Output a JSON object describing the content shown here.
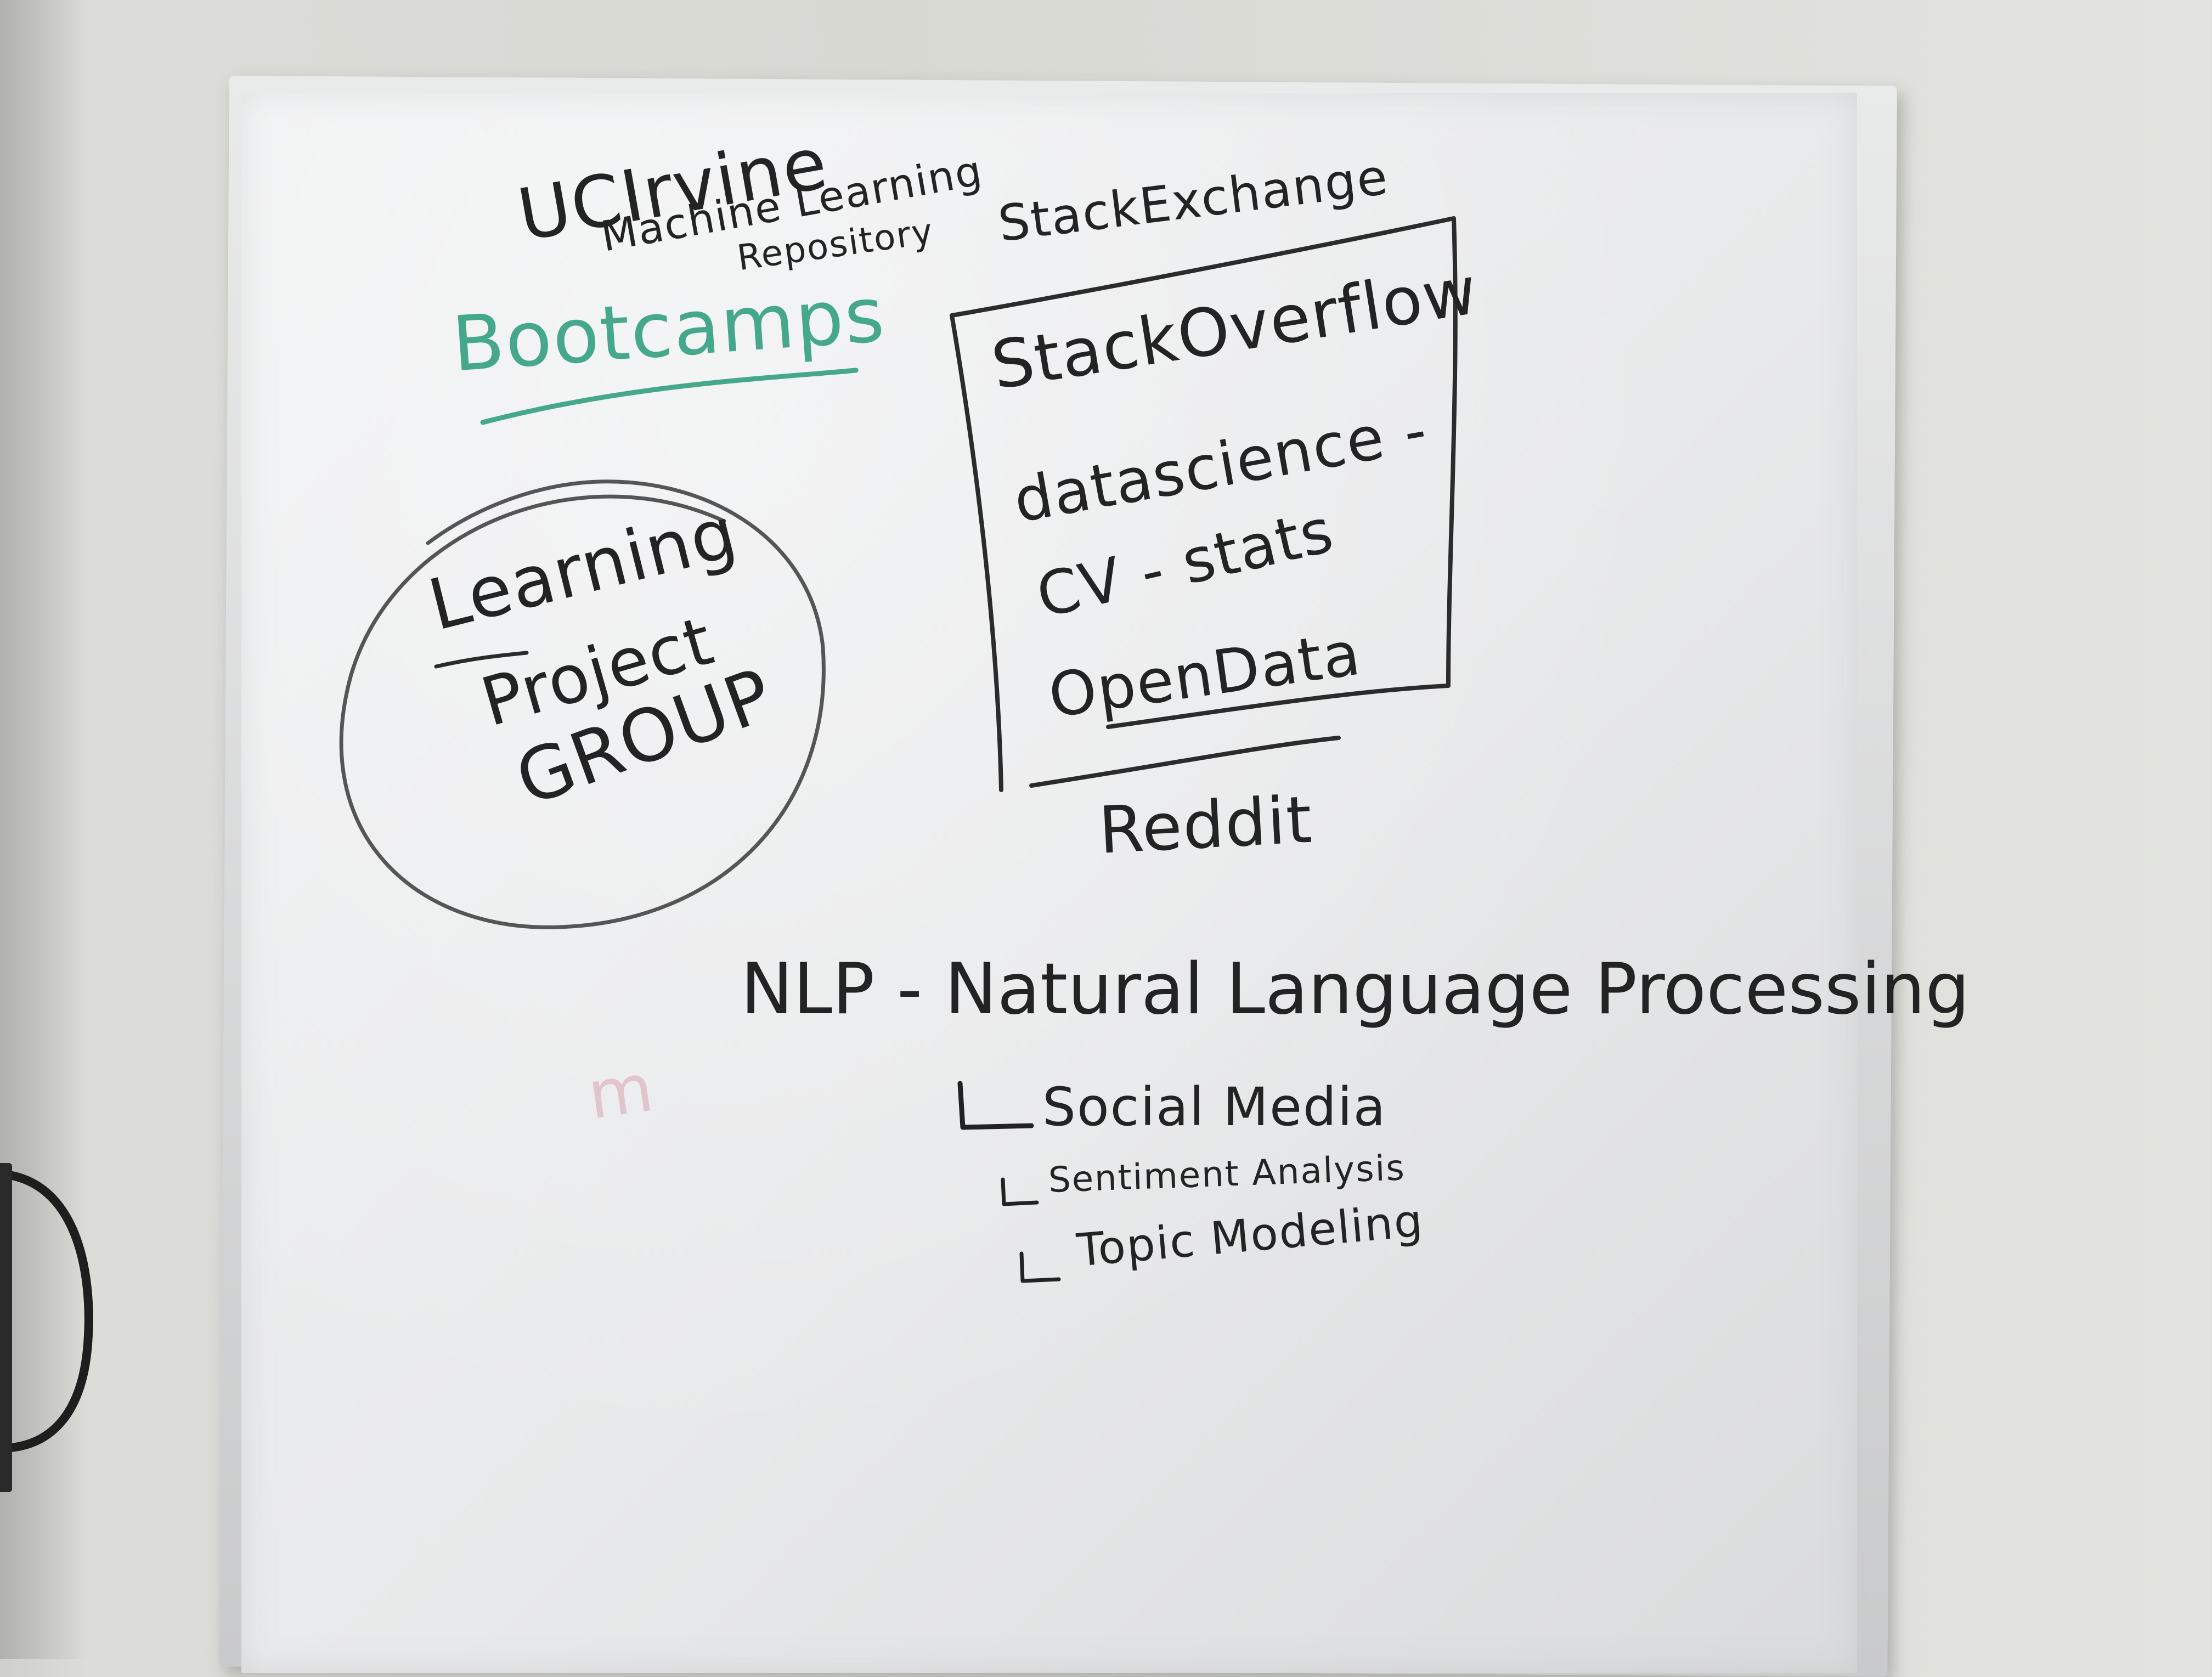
{
  "board": {
    "top_left": {
      "uci": "UCIrvine",
      "mlr_line1": "Machine Learning",
      "mlr_line2": "Repository"
    },
    "bootcamps": "Bootcamps",
    "circle": {
      "line1": "Learning",
      "line2": "Project",
      "line3": "GROUP"
    },
    "stack": {
      "exchange": "StackExchange",
      "overflow": "StackOverflow",
      "datascience": "datascience -",
      "cv_stats": "CV - stats",
      "opendata": "OpenData"
    },
    "reddit": "Reddit",
    "nlp": {
      "title": "NLP - Natural Language Processing",
      "item1": "Social Media",
      "item2": "Sentiment Analysis",
      "item3": "Topic Modeling"
    },
    "stray_mark": "m"
  },
  "colors": {
    "ink_black": "#232323",
    "ink_green": "#46a88a",
    "ink_pink": "#d2788c",
    "board": "#eceded",
    "frame": "#cfd0d1",
    "wall": "#dcdcd8"
  }
}
